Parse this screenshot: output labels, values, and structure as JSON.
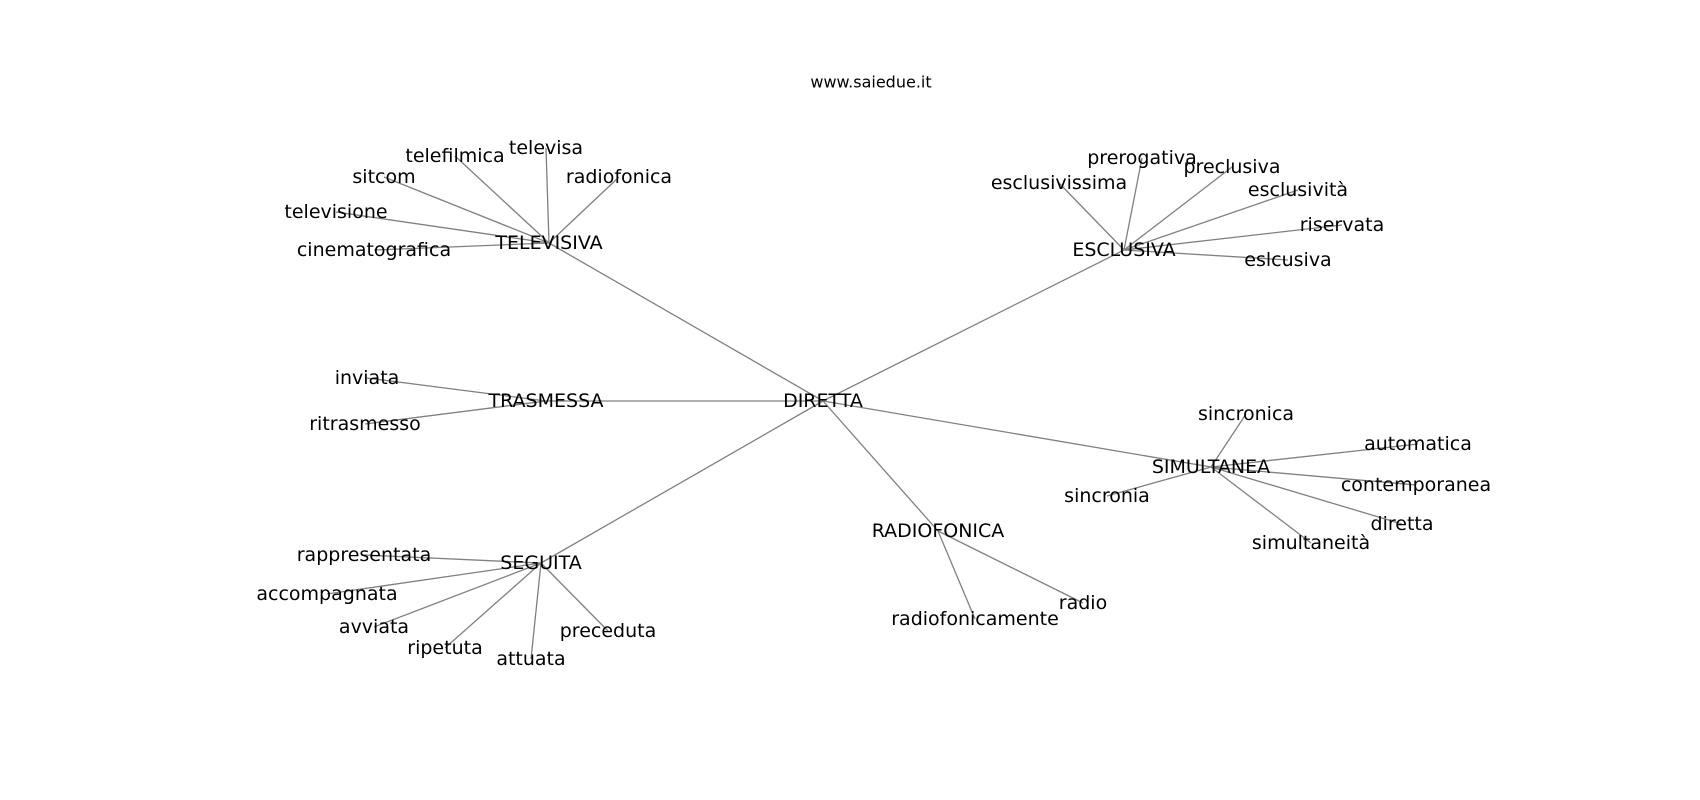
{
  "watermark": "www.saiedue.it",
  "edge_color": "#808080",
  "root": "DIRETTA",
  "groups": [
    {
      "label": "TELEVISIVA",
      "words": [
        "televisa",
        "telefilmica",
        "radiofonica",
        "sitcom",
        "televisione",
        "cinematografica"
      ]
    },
    {
      "label": "ESCLUSIVA",
      "words": [
        "prerogativa",
        "preclusiva",
        "esclusivissima",
        "esclusività",
        "riservata",
        "eslcusiva"
      ]
    },
    {
      "label": "TRASMESSA",
      "words": [
        "inviata",
        "ritrasmesso"
      ]
    },
    {
      "label": "SIMULTANEA",
      "words": [
        "sincronica",
        "automatica",
        "contemporanea",
        "sincronia",
        "diretta",
        "simultaneità"
      ]
    },
    {
      "label": "RADIOFONICA",
      "words": [
        "radio",
        "radiofonicamente"
      ]
    },
    {
      "label": "SEGUITA",
      "words": [
        "rappresentata",
        "accompagnata",
        "avviata",
        "preceduta",
        "ripetuta",
        "attuata"
      ]
    }
  ]
}
